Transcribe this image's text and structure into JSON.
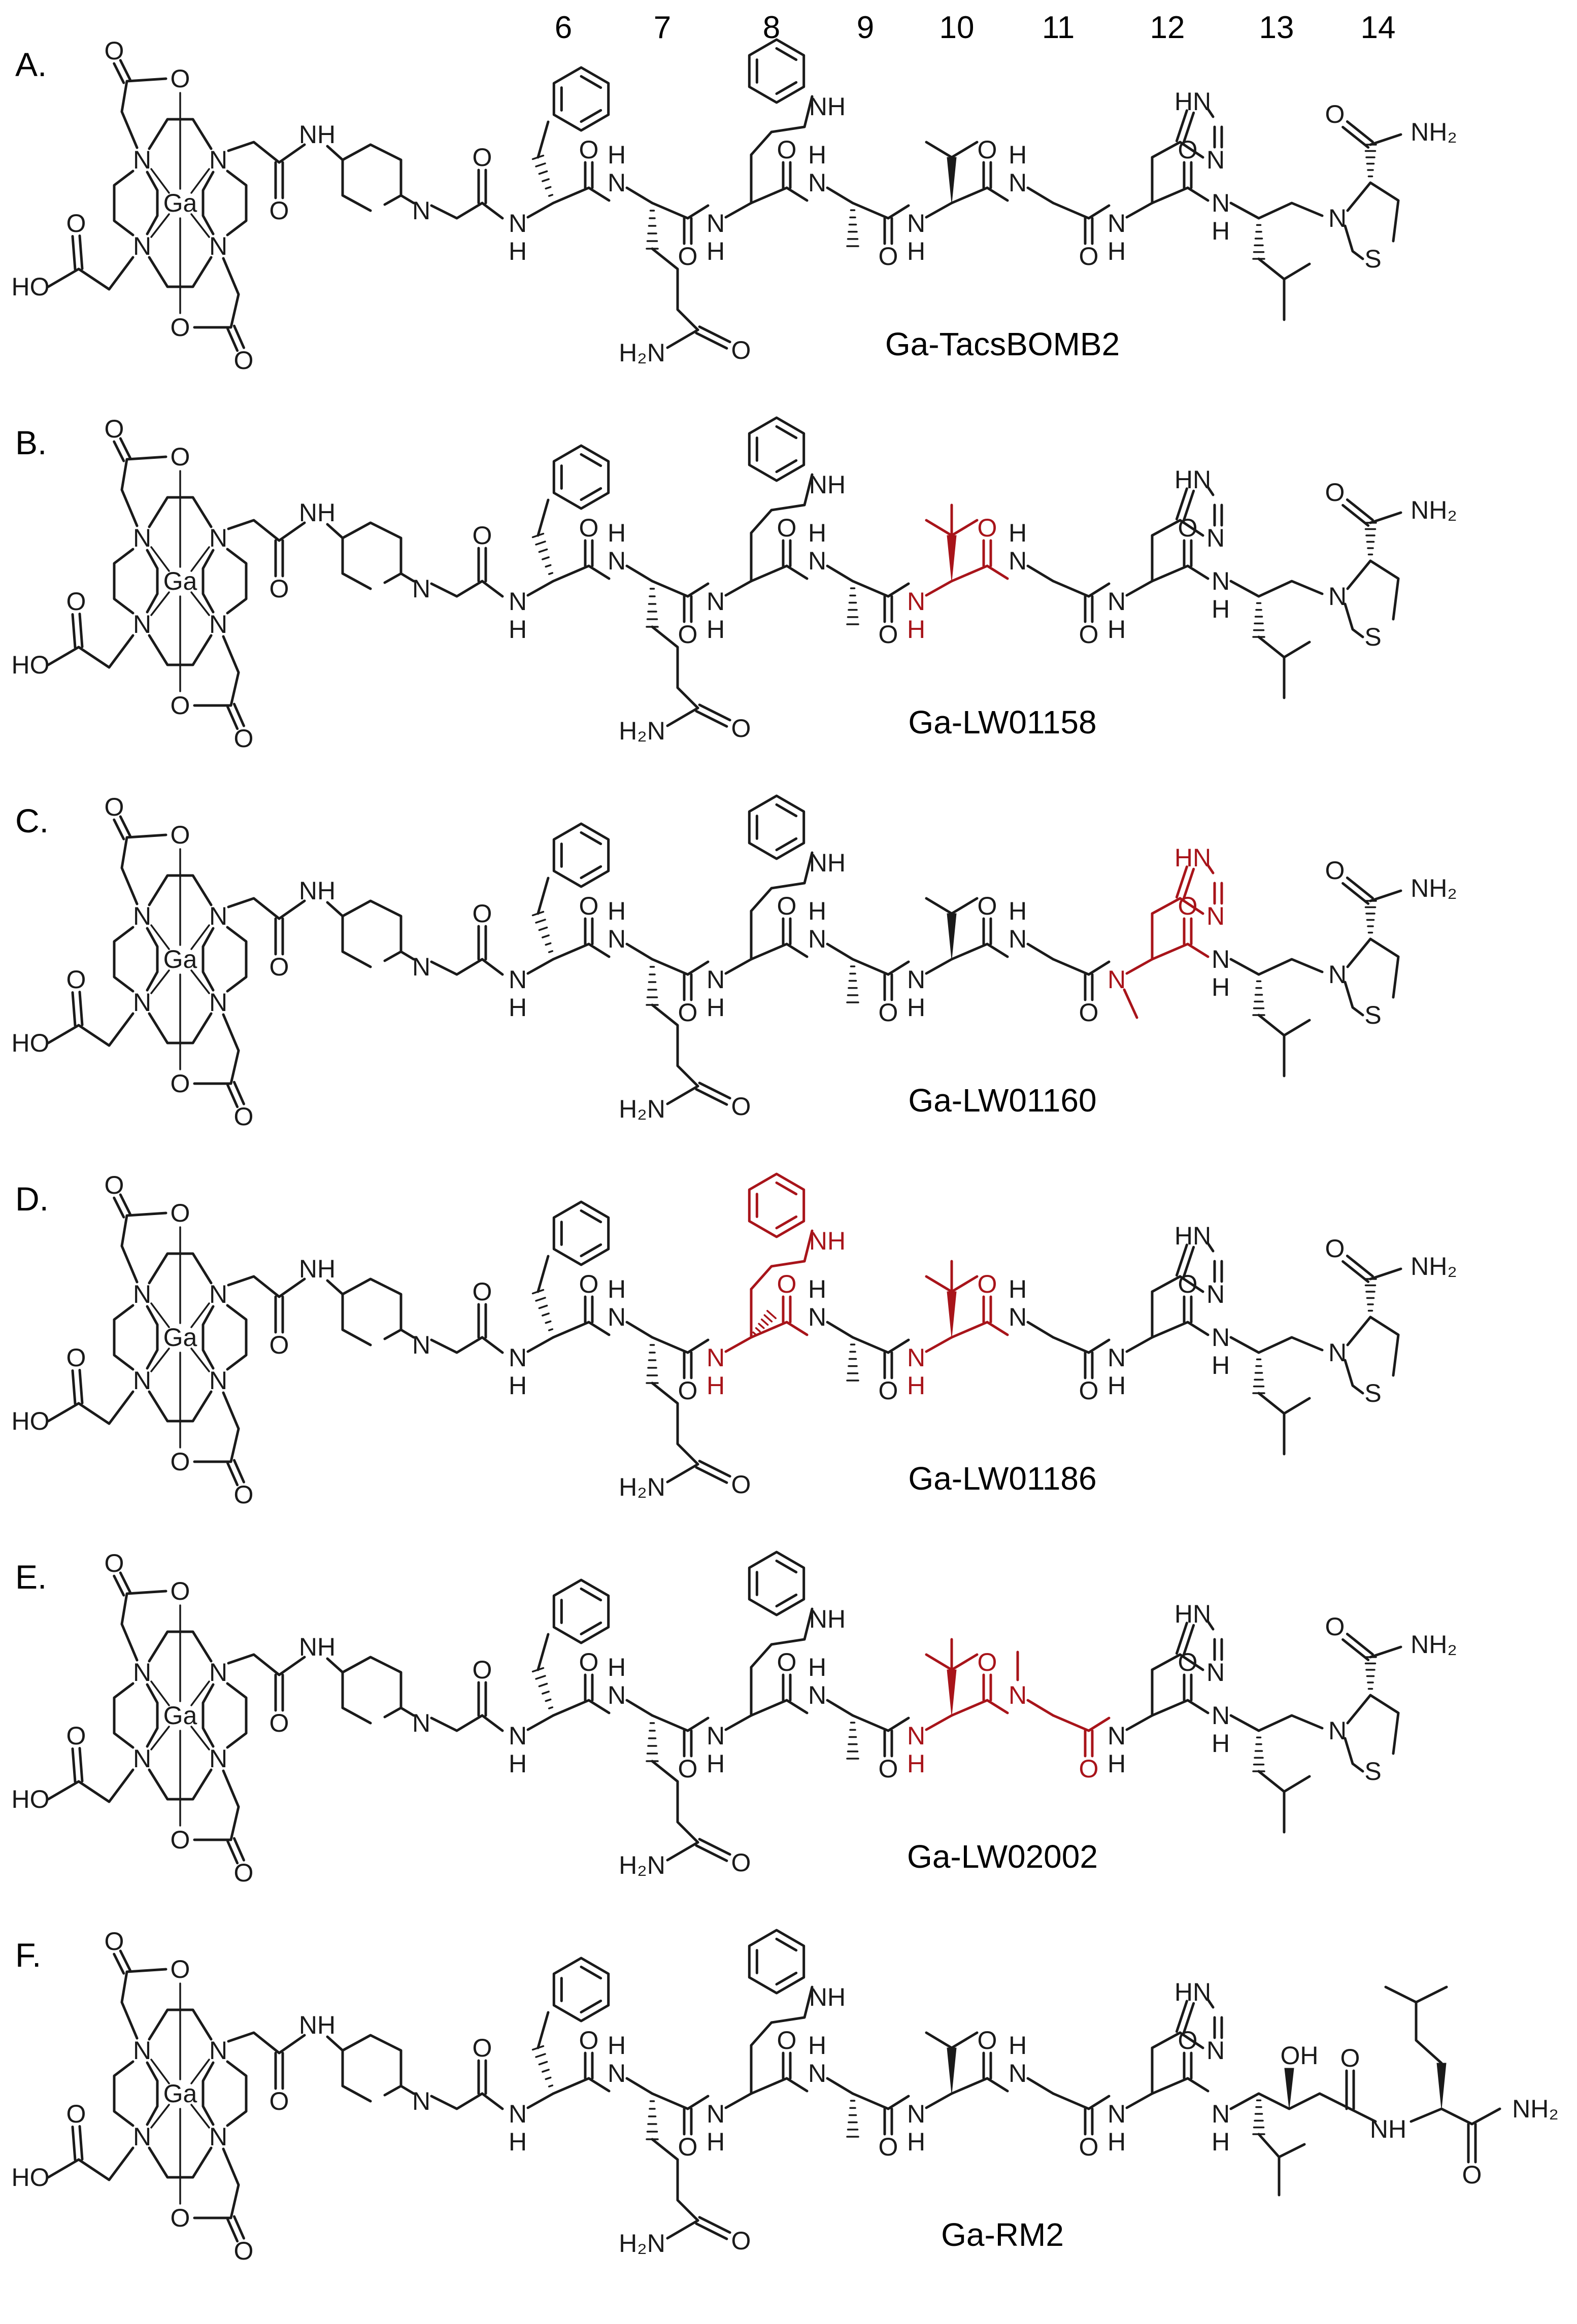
{
  "figure": {
    "position_numbers": [
      "6",
      "7",
      "8",
      "9",
      "10",
      "11",
      "12",
      "13",
      "14"
    ],
    "colors": {
      "structure": "#1a1a1a",
      "modified": "#a8141a"
    },
    "atom_labels": {
      "nitrogen": "N",
      "nh": "NH",
      "hn": "HN",
      "h": "H",
      "oxygen": "O",
      "sulfur": "S",
      "gallium": "Ga",
      "hydroxyl": "HO",
      "oh": "OH",
      "amide_nh2": "NH₂",
      "amide_h2n": "H₂N"
    },
    "panels": [
      {
        "label": "A.",
        "name": "Ga-TacsBOMB2",
        "modified_residues": [],
        "variant": "tacsbomb2"
      },
      {
        "label": "B.",
        "name": "Ga-LW01158",
        "modified_residues": [
          "10"
        ],
        "variant": "tle10"
      },
      {
        "label": "C.",
        "name": "Ga-LW01160",
        "modified_residues": [
          "12"
        ],
        "variant": "nmehis12"
      },
      {
        "label": "D.",
        "name": "Ga-LW01186",
        "modified_residues": [
          "8",
          "10"
        ],
        "variant": "amtrp8_tle10"
      },
      {
        "label": "E.",
        "name": "Ga-LW02002",
        "modified_residues": [
          "10",
          "11"
        ],
        "variant": "tle10_sar11"
      },
      {
        "label": "F.",
        "name": "Ga-RM2",
        "modified_residues": [],
        "variant": "rm2"
      }
    ]
  }
}
